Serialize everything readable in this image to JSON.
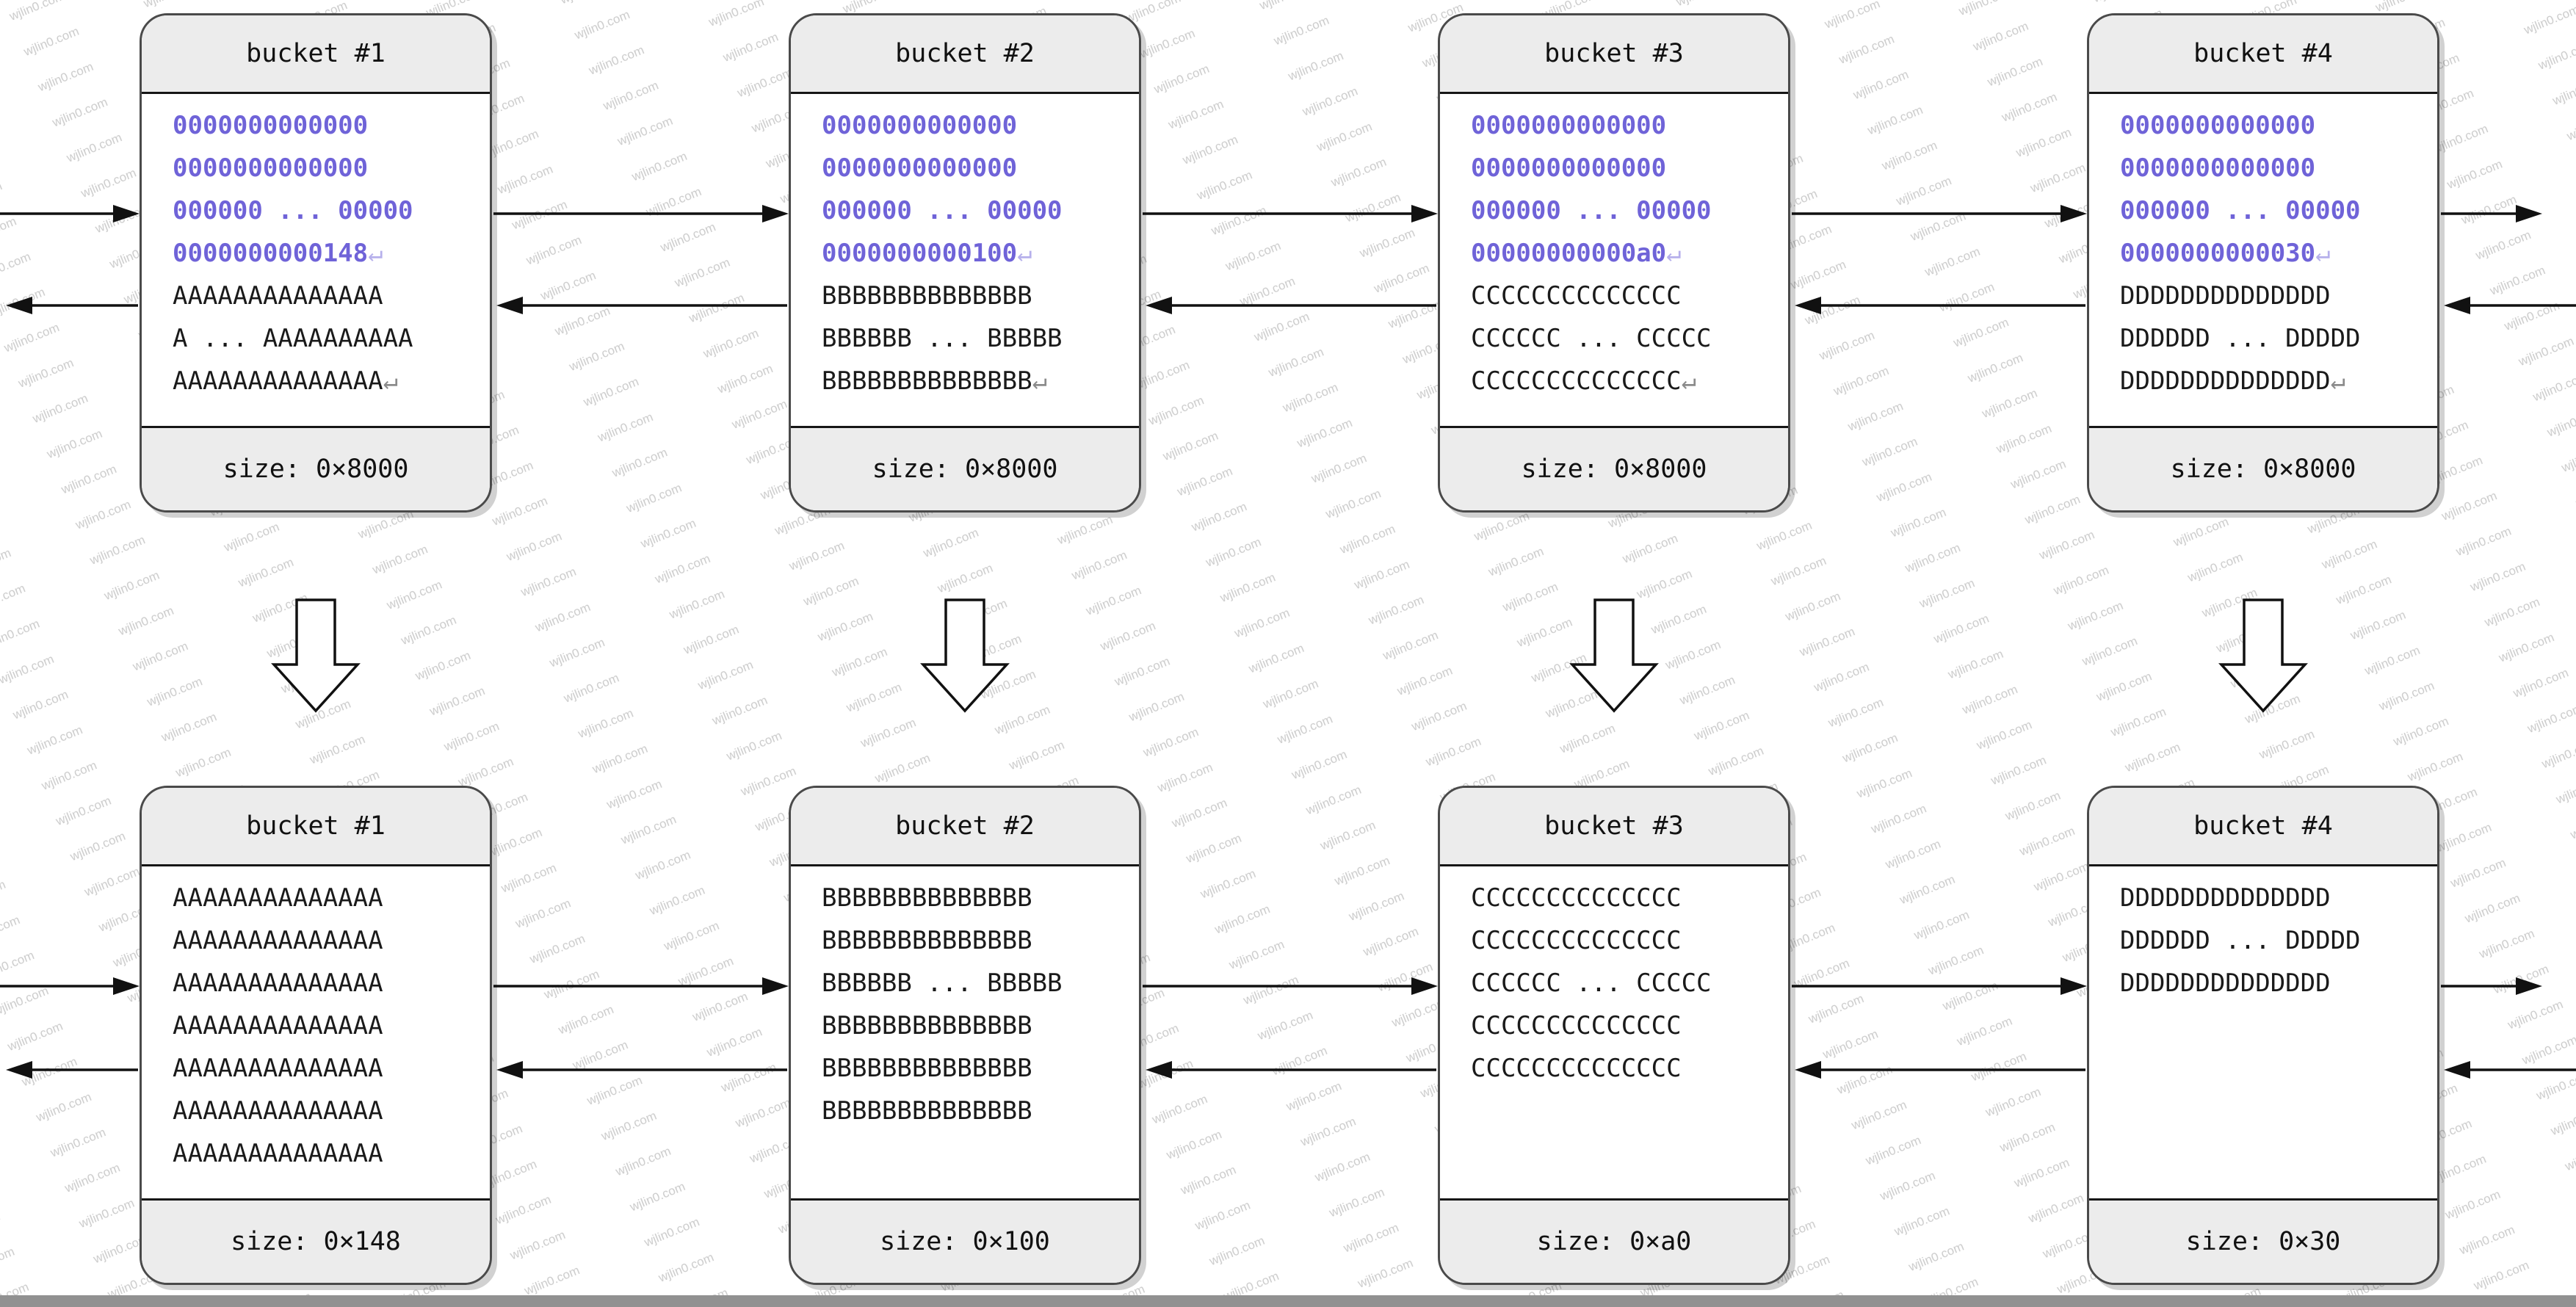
{
  "watermark": {
    "text": "wjlin0.com",
    "color": "#cbcbcb"
  },
  "colors": {
    "accent_purple": "#6f63d8",
    "band_gray": "#ececec",
    "line_black": "#111111"
  },
  "return_glyph": "↵",
  "buckets": [
    {
      "row": 0,
      "col": 0,
      "title": "bucket #1",
      "hex_lines": [
        "0000000000000",
        "0000000000000",
        "000000 ... 00000",
        "0000000000148↵"
      ],
      "data_lines": [
        "AAAAAAAAAAAAAA",
        "A ... AAAAAAAAAA",
        "AAAAAAAAAAAAAA↵"
      ],
      "size": "size: 0×8000"
    },
    {
      "row": 0,
      "col": 1,
      "title": "bucket #2",
      "hex_lines": [
        "0000000000000",
        "0000000000000",
        "000000 ... 00000",
        "0000000000100↵"
      ],
      "data_lines": [
        "BBBBBBBBBBBBBB",
        "BBBBBB ... BBBBB",
        "BBBBBBBBBBBBBB↵"
      ],
      "size": "size: 0×8000"
    },
    {
      "row": 0,
      "col": 2,
      "title": "bucket #3",
      "hex_lines": [
        "0000000000000",
        "0000000000000",
        "000000 ... 00000",
        "00000000000a0↵"
      ],
      "data_lines": [
        "CCCCCCCCCCCCCC",
        "CCCCCC ... CCCCC",
        "CCCCCCCCCCCCCC↵"
      ],
      "size": "size: 0×8000"
    },
    {
      "row": 0,
      "col": 3,
      "title": "bucket #4",
      "hex_lines": [
        "0000000000000",
        "0000000000000",
        "000000 ... 00000",
        "0000000000030↵"
      ],
      "data_lines": [
        "DDDDDDDDDDDDDD",
        "DDDDDD ... DDDDD",
        "DDDDDDDDDDDDDD↵"
      ],
      "size": "size: 0×8000"
    },
    {
      "row": 1,
      "col": 0,
      "title": "bucket #1",
      "hex_lines": [],
      "data_lines": [
        "AAAAAAAAAAAAAA",
        "AAAAAAAAAAAAAA",
        "AAAAAAAAAAAAAA",
        "AAAAAAAAAAAAAA",
        "AAAAAAAAAAAAAA",
        "AAAAAAAAAAAAAA",
        "AAAAAAAAAAAAAA"
      ],
      "size": "size: 0×148"
    },
    {
      "row": 1,
      "col": 1,
      "title": "bucket #2",
      "hex_lines": [],
      "data_lines": [
        "BBBBBBBBBBBBBB",
        "BBBBBBBBBBBBBB",
        "BBBBBB ... BBBBB",
        "BBBBBBBBBBBBBB",
        "BBBBBBBBBBBBBB",
        "BBBBBBBBBBBBBB"
      ],
      "size": "size: 0×100"
    },
    {
      "row": 1,
      "col": 2,
      "title": "bucket #3",
      "hex_lines": [],
      "data_lines": [
        "CCCCCCCCCCCCCC",
        "CCCCCCCCCCCCCC",
        "CCCCCC ... CCCCC",
        "CCCCCCCCCCCCCC",
        "CCCCCCCCCCCCCC"
      ],
      "size": "size: 0×a0"
    },
    {
      "row": 1,
      "col": 3,
      "title": "bucket #4",
      "hex_lines": [],
      "data_lines": [
        "DDDDDDDDDDDDDD",
        "DDDDDD ... DDDDD",
        "DDDDDDDDDDDDDD"
      ],
      "size": "size: 0×30"
    }
  ]
}
